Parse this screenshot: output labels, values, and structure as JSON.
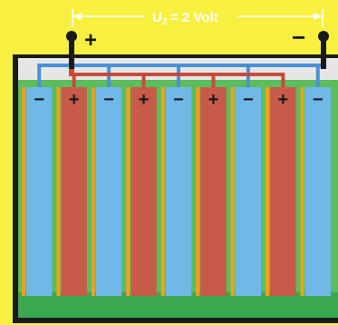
{
  "voltage_label": "U",
  "voltage_subscript": "Z",
  "voltage_value": "= 2 Volt",
  "terminal_positive": "+",
  "terminal_negative": "−",
  "plate_signs": [
    "−",
    "+",
    "−",
    "+",
    "−",
    "+",
    "−",
    "+",
    "−"
  ],
  "colors": {
    "background": "#f7f040",
    "negative_plate": "#6fb8e8",
    "positive_plate": "#c85a4a",
    "separator": "#f0a020",
    "electrolyte": "#5cc05c",
    "sediment": "#3aaa50",
    "case_lid": "#e8e8e8",
    "negative_bus": "#4a90d8",
    "positive_bus": "#c84a3a"
  }
}
